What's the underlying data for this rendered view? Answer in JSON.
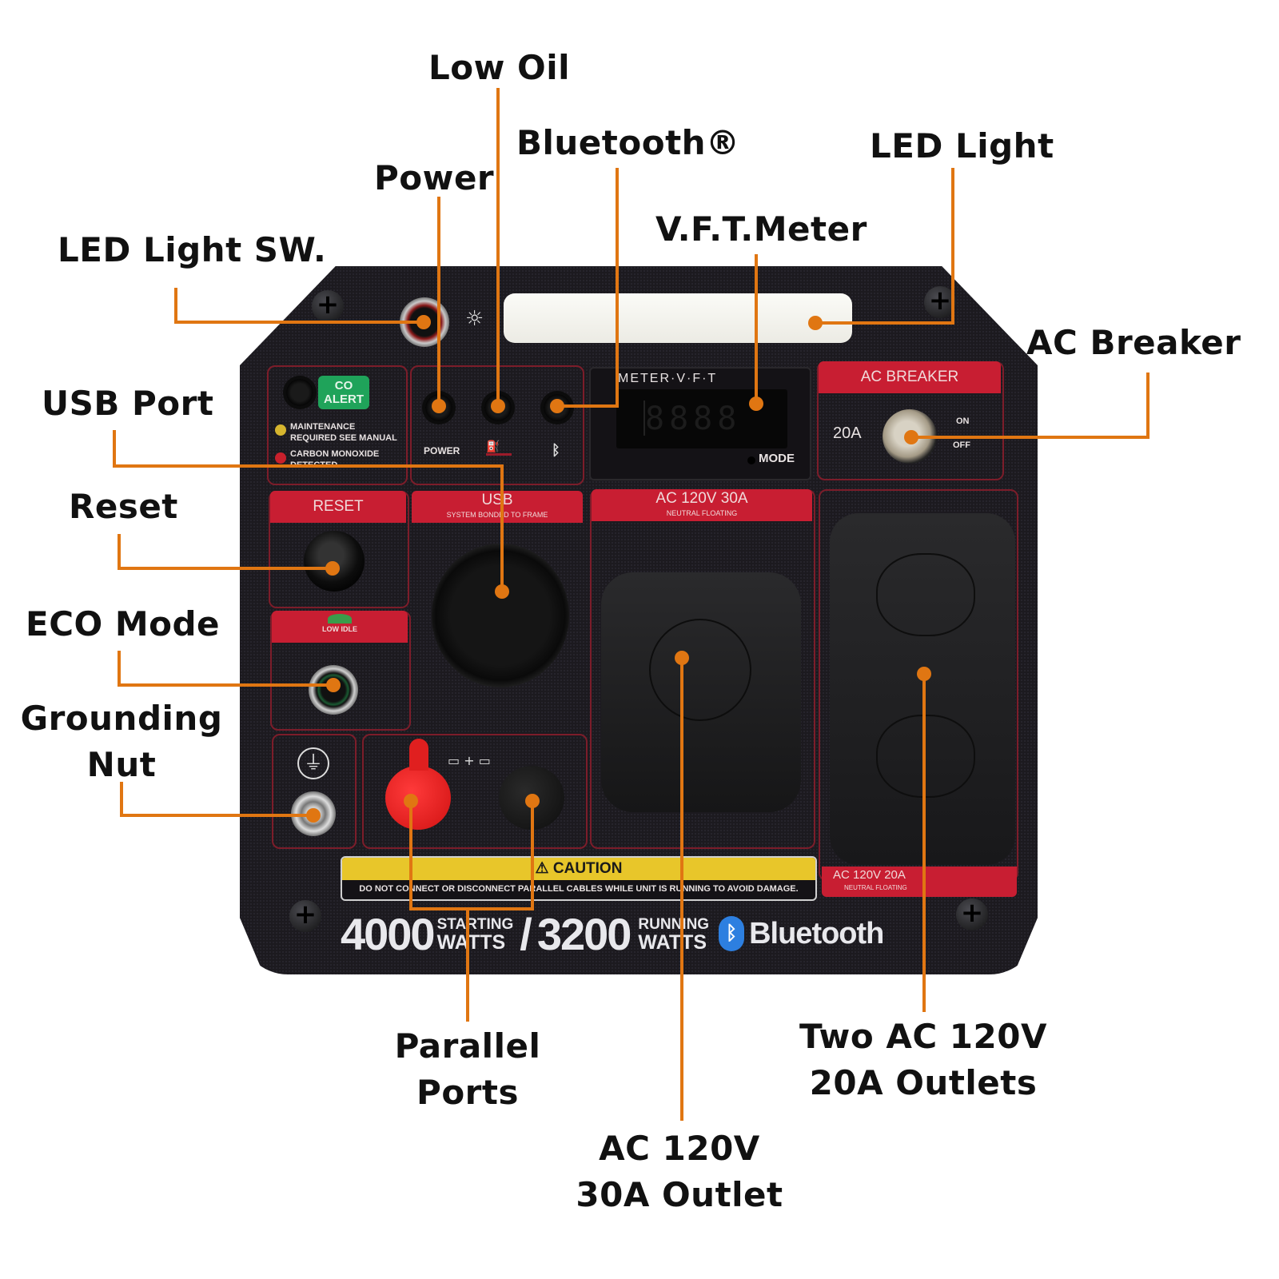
{
  "callouts": {
    "low_oil": "Low Oil",
    "bluetooth": "Bluetooth®",
    "power": "Power",
    "led_light": "LED Light",
    "vft_meter": "V.F.T.Meter",
    "led_light_sw": "LED Light SW.",
    "ac_breaker": "AC Breaker",
    "usb_port": "USB Port",
    "reset": "Reset",
    "eco_mode": "ECO Mode",
    "grounding_nut_line1": "Grounding",
    "grounding_nut_line2": "Nut",
    "parallel_ports_line1": "Parallel",
    "parallel_ports_line2": "Ports",
    "ac_30a_line1": "AC 120V",
    "ac_30a_line2": "30A Outlet",
    "two_ac_20a_line1": "Two AC 120V",
    "two_ac_20a_line2": "20A Outlets"
  },
  "panel": {
    "co_alert": {
      "line1": "CO",
      "line2": "ALERT"
    },
    "maintenance_text": [
      "MAINTENANCE",
      "REQUIRED SEE MANUAL"
    ],
    "co_detected_text": "CARBON MONOXIDE DETECTED",
    "indicator_labels": {
      "power": "POWER"
    },
    "meter_title": "METER·V·F·T",
    "meter_mode": "MODE",
    "ac_breaker_label": "AC BREAKER",
    "breaker_rating": "20A",
    "breaker_on": "ON",
    "breaker_off": "OFF",
    "reset_label": "RESET",
    "usb_label": "USB",
    "usb_sublabel": "SYSTEM BONDED TO FRAME",
    "ac30_label": "AC 120V 30A",
    "ac30_sublabel": "NEUTRAL FLOATING",
    "low_idle_label": "LOW IDLE",
    "ac20_label": "AC 120V 20A",
    "ac20_sublabel": "NEUTRAL FLOATING",
    "caution_title": "CAUTION",
    "caution_text": "DO NOT CONNECT OR DISCONNECT PARALLEL CABLES WHILE UNIT IS RUNNING TO AVOID DAMAGE.",
    "starting_watts": "4000",
    "starting_label1": "STARTING",
    "starting_label2": "WATTS",
    "slash": "/",
    "running_watts": "3200",
    "running_label1": "RUNNING",
    "running_label2": "WATTS",
    "bluetooth_brand": "Bluetooth"
  },
  "colors": {
    "leader": "#e07612",
    "panel": "#1c1a1f",
    "label_red": "#c81e32",
    "caution_yellow": "#e8c62a",
    "co_green": "#1fa35a",
    "bluetooth_blue": "#2d7fe0"
  }
}
